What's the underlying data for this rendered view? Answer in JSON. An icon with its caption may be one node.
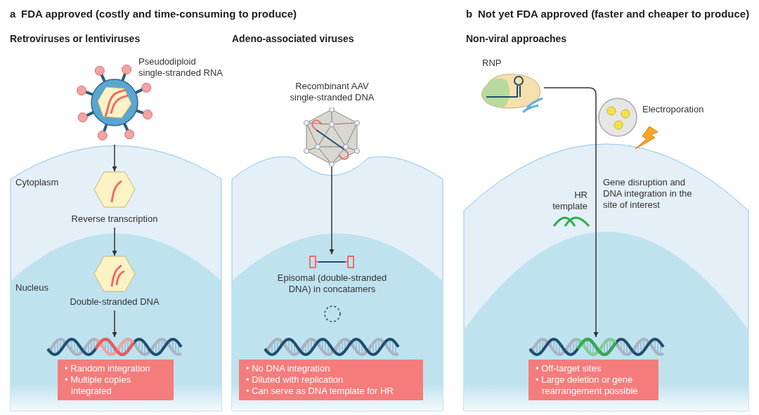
{
  "diagram": {
    "nodes": [
      {
        "text": [],
        "shape": "picture",
        "beside": [
          "Pseudodiploid single-stranded RNA"
        ]
      },
      {
        "text": [
          "Reverse transcription"
        ]
      },
      {
        "text": [
          "Double-stranded DNA"
        ]
      },
      {
        "text": [],
        "shape": "picture"
      },
      {
        "text": [
          "• Random integration",
          "• Multiple copies integrated"
        ]
      },
      {
        "text": [],
        "shape": "picture",
        "beside": [
          "Recombinant AAV single-stranded DNA"
        ]
      },
      {
        "text": [
          "Episomal (double-stranded DNA) in concatamers"
        ]
      },
      {
        "text": [],
        "shape": "picture"
      },
      {
        "text": [
          "• No DNA integration",
          "• Diluted with replication",
          "• Can serve as DNA template for HR"
        ]
      },
      {
        "text": [],
        "shape": "picture",
        "beside": [
          "RNP"
        ]
      },
      {
        "text": [],
        "shape": "picture"
      },
      {
        "text": [
          "• Off-target sites",
          "• Large deletion or gene rearrangement possible"
        ]
      }
    ],
    "edges": [
      {
        "from": 0,
        "to": 1,
        "arrow": "to"
      },
      {
        "from": 1,
        "to": 2,
        "arrow": "to"
      },
      {
        "from": 2,
        "to": 3,
        "arrow": "to"
      },
      {
        "from": 5,
        "to": 6,
        "arrow": "to"
      },
      {
        "from": 9,
        "to": 10,
        "arrow": "to",
        "label": "Gene disruption and DNA integration in the site of interest"
      }
    ],
    "labels": [
      "a",
      "FDA approved (costly and time-consuming to produce)",
      "b",
      "Not yet FDA approved (faster and cheaper to produce)",
      "Retroviruses or lentiviruses",
      "Adeno-associated viruses",
      "Non-viral approaches",
      "Cytoplasm",
      "Nucleus",
      "Electroporation",
      "HR template"
    ]
  }
}
